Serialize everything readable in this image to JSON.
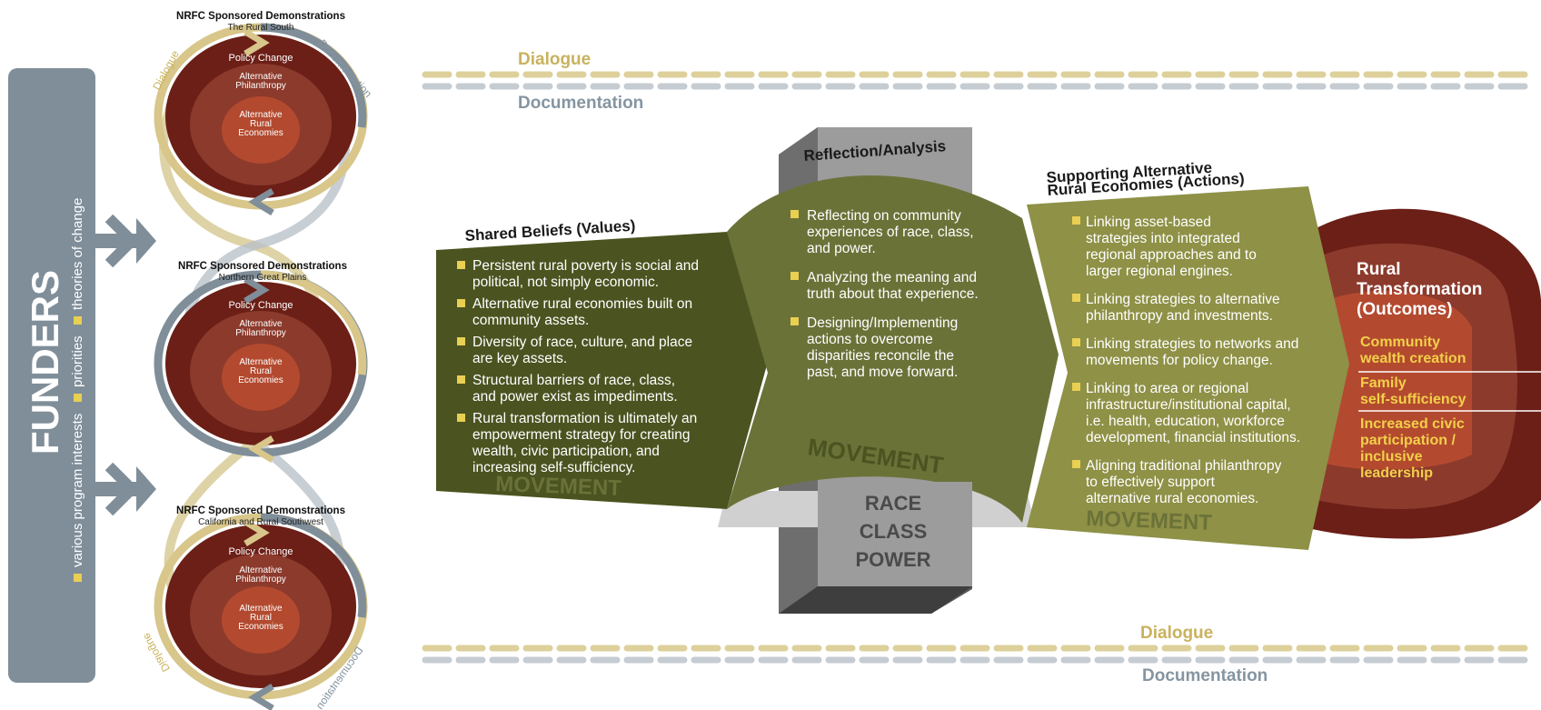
{
  "funders": {
    "title": "FUNDERS",
    "items": [
      "various program interests",
      "priorities",
      "theories of change"
    ]
  },
  "demonstrations": [
    {
      "title": "NRFC Sponsored Demonstrations",
      "region": "The Rural South"
    },
    {
      "title": "NRFC Sponsored Demonstrations",
      "region": "Northern Great Plains"
    },
    {
      "title": "NRFC Sponsored Demonstrations",
      "region": "California and Rural Southwest"
    }
  ],
  "rings": {
    "outer": "Policy Change",
    "middle_line1": "Alternative",
    "middle_line2": "Philanthropy",
    "inner_line1": "Alternative",
    "inner_line2": "Rural",
    "inner_line3": "Economies"
  },
  "loop_labels": {
    "dialogue": "Dialogue",
    "documentation": "Documentation"
  },
  "bands": {
    "top": {
      "dialogue": "Dialogue",
      "documentation": "Documentation"
    },
    "bottom": {
      "dialogue": "Dialogue",
      "documentation": "Documentation"
    }
  },
  "shared_beliefs": {
    "title": "Shared Beliefs (Values)",
    "bullets": [
      [
        "Persistent rural poverty is social and",
        "political, not simply economic."
      ],
      [
        "Alternative rural economies built on",
        "community assets."
      ],
      [
        "Diversity of race, culture, and place",
        "are key assets."
      ],
      [
        "Structural barriers of race, class,",
        "and power exist as impediments."
      ],
      [
        "Rural transformation is ultimately an",
        "empowerment strategy for creating",
        "wealth, civic participation, and",
        "increasing self-sufficiency."
      ]
    ],
    "movement": "MOVEMENT"
  },
  "reflection": {
    "title": "Reflection/Analysis",
    "bullets": [
      [
        "Reflecting on community",
        "experiences of race, class,",
        "and power."
      ],
      [
        "Analyzing the meaning and",
        "truth about that experience."
      ],
      [
        "Designing/Implementing",
        "actions to overcome",
        "disparities reconcile the",
        "past, and move forward."
      ]
    ],
    "movement": "MOVEMENT",
    "pillar": [
      "RACE",
      "CLASS",
      "POWER"
    ]
  },
  "supporting": {
    "title_line1": "Supporting Alternative",
    "title_line2": "Rural Economies (Actions)",
    "bullets": [
      [
        "Linking asset-based",
        "strategies into integrated",
        "regional approaches and to",
        "larger regional engines."
      ],
      [
        "Linking strategies to alternative",
        "philanthropy and investments."
      ],
      [
        "Linking strategies to networks and",
        "movements for policy change."
      ],
      [
        "Linking to area or regional",
        "infrastructure/institutional capital,",
        "i.e. health, education, workforce",
        "development, financial institutions."
      ],
      [
        "Aligning traditional philanthropy",
        "to effectively support",
        "alternative rural economies."
      ]
    ],
    "movement": "MOVEMENT"
  },
  "outcomes": {
    "title": [
      "Rural",
      "Transformation",
      "(Outcomes)"
    ],
    "items": [
      [
        "Community",
        "wealth creation"
      ],
      [
        "Family",
        "self-sufficiency"
      ],
      [
        "Increased civic",
        "participation /",
        "inclusive",
        "leadership"
      ]
    ]
  },
  "colors": {
    "gold": "#d8c68a",
    "gold_text": "#c8b060",
    "steel": "#7f8e99",
    "steel_light": "#b9c2c9",
    "dark_red": "#6b1f17",
    "mid_red": "#8c3a2c",
    "orange_red": "#b34a2f",
    "dark_olive": "#4b5320",
    "mid_olive": "#6b7238",
    "light_olive": "#8e9146",
    "outcome_yellow": "#f2d04a"
  }
}
